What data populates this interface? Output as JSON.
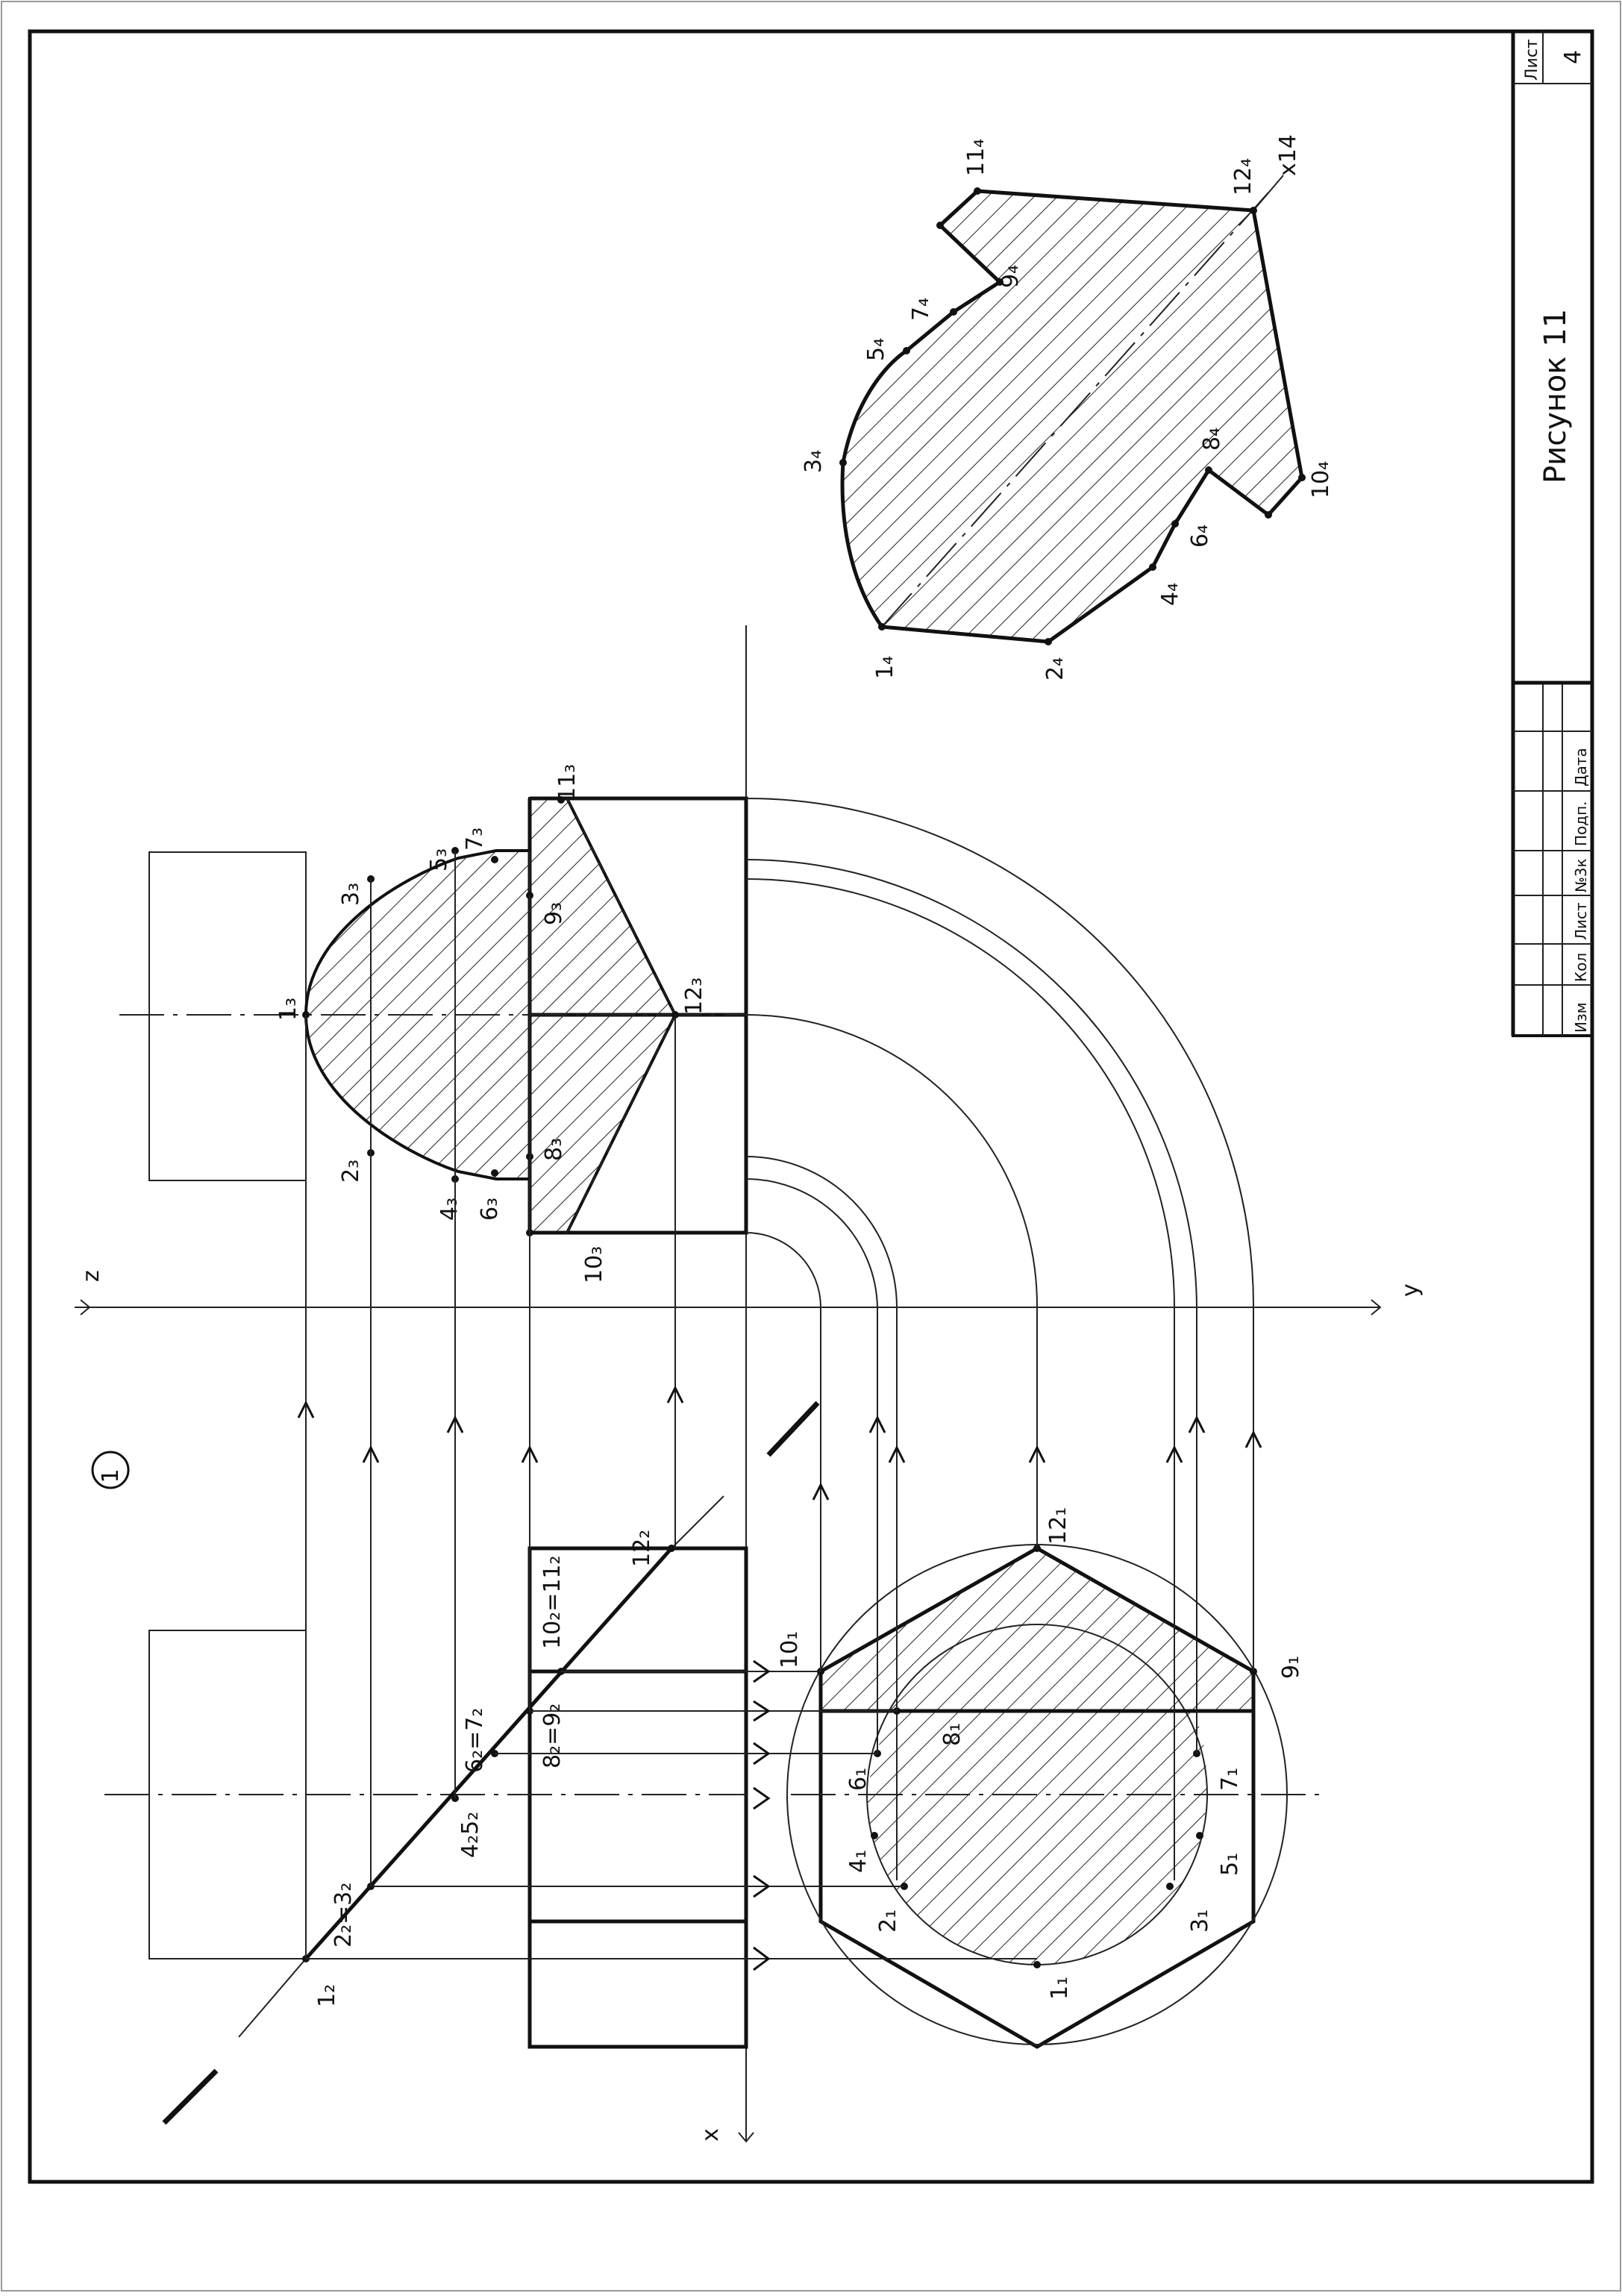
{
  "title_block": {
    "sheet_label": "Лист",
    "sheet_number": "4",
    "drawing_title": "Рисунок 11",
    "columns": [
      "Изм",
      "Кол",
      "Лист",
      "№3к",
      "Подп.",
      "Дата"
    ]
  },
  "view_number": "1",
  "axes": {
    "x": "x",
    "y": "y",
    "z": "z",
    "x14": "x14"
  },
  "front_view_labels": {
    "p1": "1₂",
    "p23": "2₂=3₂",
    "p45": "4₂5₂",
    "p67": "6₂=7₂",
    "p89": "8₂=9₂",
    "p1011": "10₂=11₂",
    "p12": "12₂"
  },
  "side_view_labels": {
    "p1": "1₃",
    "p2": "2₃",
    "p3": "3₃",
    "p4": "4₃",
    "p5": "5₃",
    "p6": "6₃",
    "p7": "7₃",
    "p8": "8₃",
    "p9": "9₃",
    "p10": "10₃",
    "p11": "11₃",
    "p12": "12₃"
  },
  "top_view_labels": {
    "p1": "1₁",
    "p2": "2₁",
    "p3": "3₁",
    "p4": "4₁",
    "p5": "5₁",
    "p6": "6₁",
    "p7": "7₁",
    "p8": "8₁",
    "p9": "9₁",
    "p10": "10₁",
    "p12": "12₁"
  },
  "section_labels": {
    "p1": "1₄",
    "p2": "2₄",
    "p3": "3₄",
    "p4": "4₄",
    "p5": "5₄",
    "p6": "6₄",
    "p7": "7₄",
    "p8": "8₄",
    "p9": "9₄",
    "p10": "10₄",
    "p11": "11₄",
    "p12": "12₄"
  }
}
